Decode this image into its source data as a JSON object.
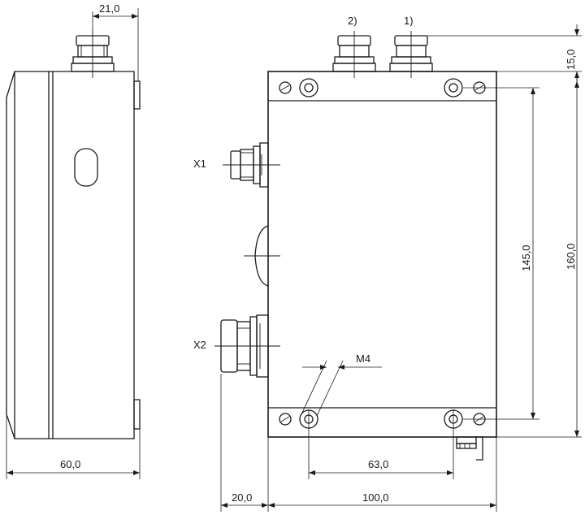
{
  "dimensions": {
    "connector_offset": "21,0",
    "top_connector_height": "15,0",
    "hole_vertical": "145,0",
    "overall_height": "160,0",
    "side_depth": "60,0",
    "hole_horizontal": "63,0",
    "left_connector_offset": "20,0",
    "overall_width": "100,0",
    "thread": "M4"
  },
  "labels": {
    "connector_1": "1)",
    "connector_2": "2)",
    "x1": "X1",
    "x2": "X2"
  },
  "colors": {
    "line": "#1a1a1a",
    "background": "#ffffff"
  }
}
